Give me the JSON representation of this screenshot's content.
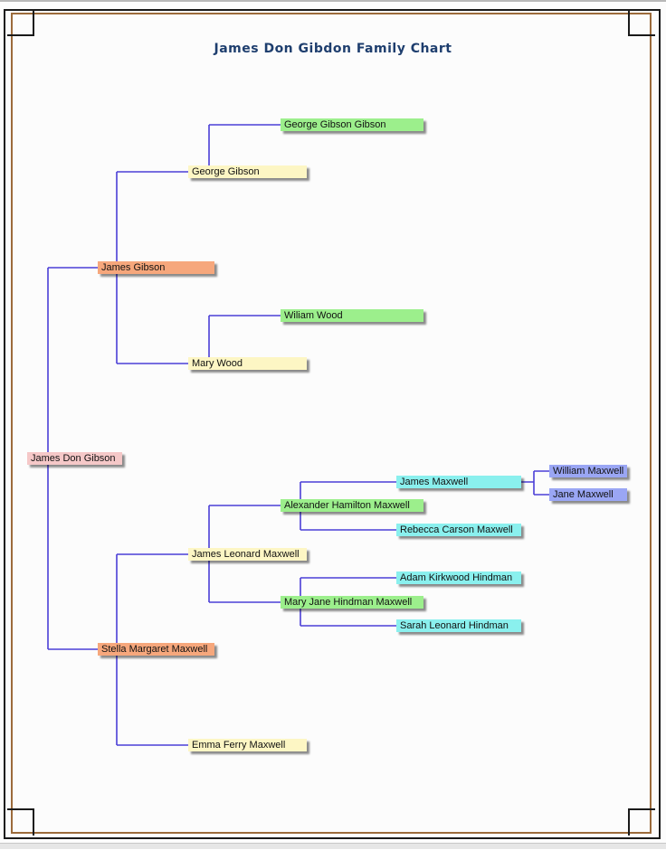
{
  "title": "James Don Gibdon Family Chart",
  "colors": {
    "line": "#4b3fd6",
    "root": "#f5c8c8",
    "parent": "#f6a77c",
    "grandparent": "#fdf6c4",
    "great_grandparent": "#9cef8c",
    "generation_4": "#8af0ee",
    "generation_5": "#9aa6f4"
  },
  "people": {
    "root": "James Don Gibson",
    "father": "James Gibson",
    "mother": "Stella Margaret Maxwell",
    "pat_grandfather": "George Gibson",
    "pat_grandmother": "Mary Wood",
    "pat_gg_father": "George Gibson Gibson",
    "pat_gg_mother_father": "Wiliam Wood",
    "mat_grandfather": "James Leonard Maxwell",
    "mat_grandmother": "Emma Ferry Maxwell",
    "mat_gg_father": "Alexander Hamilton Maxwell",
    "mat_gg_mother": "Mary Jane Hindman Maxwell",
    "g4_james_maxwell": "James Maxwell",
    "g4_rebecca": "Rebecca Carson Maxwell",
    "g4_adam": "Adam Kirkwood Hindman",
    "g4_sarah": "Sarah Leonard Hindman",
    "g5_william": "William Maxwell",
    "g5_jane": "Jane Maxwell"
  }
}
